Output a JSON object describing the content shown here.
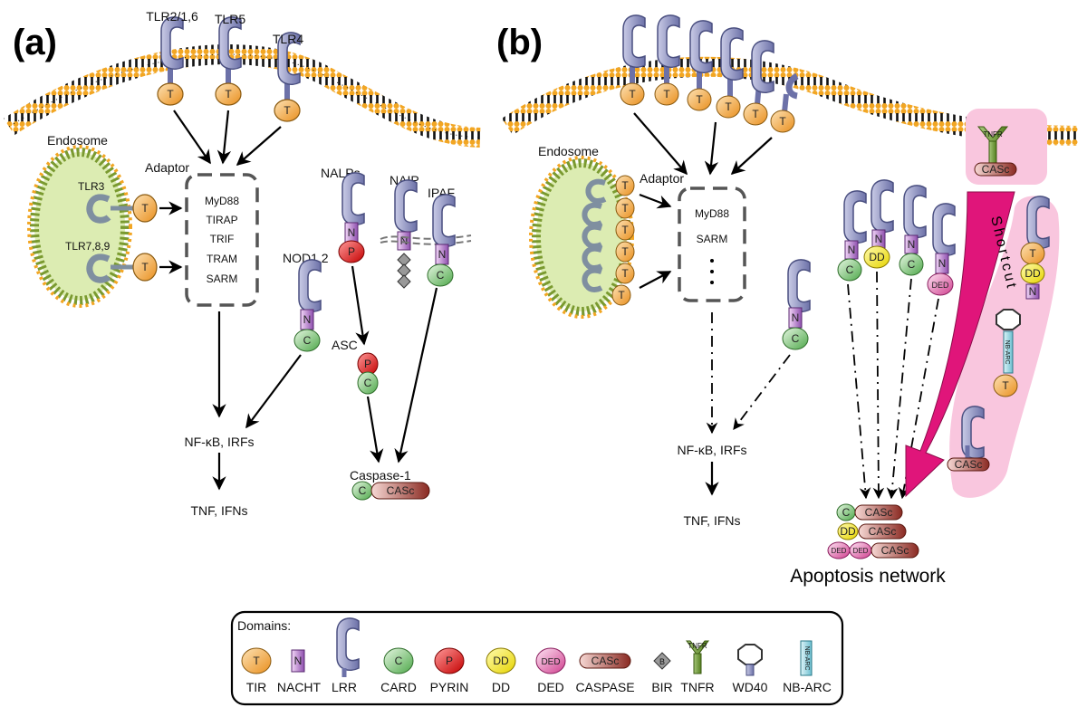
{
  "panels": {
    "a": "(a)",
    "b": "(b)"
  },
  "panel_a": {
    "receptors": [
      "TLR2/1,6",
      "TLR5",
      "TLR4"
    ],
    "endosome": "Endosome",
    "endo_receptors": [
      "TLR3",
      "TLR7,8,9"
    ],
    "adaptor": "Adaptor",
    "adaptor_list": [
      "MyD88",
      "TIRAP",
      "TRIF",
      "TRAM",
      "SARM"
    ],
    "nod": "NOD1,2",
    "nalps": "NALPs",
    "naip": "NAIP",
    "ipaf": "IPAF",
    "asc": "ASC",
    "nfkb": "NF-κB, IRFs",
    "tnf": "TNF, IFNs",
    "caspase1": "Caspase-1"
  },
  "panel_b": {
    "endosome": "Endosome",
    "adaptor": "Adaptor",
    "adaptor_list": [
      "MyD88",
      "SARM"
    ],
    "nfkb": "NF-κB, IRFs",
    "tnf": "TNF, IFNs",
    "shortcut": "Shortcut",
    "apoptosis": "Apoptosis network"
  },
  "domain_letters": {
    "tir": "T",
    "nacht": "N",
    "card": "C",
    "pyrin": "P",
    "dd": "DD",
    "ded": "DED",
    "caspase": "CASc",
    "bir": "B",
    "tnfr": "TNFR",
    "nbarc": "NB-ARC"
  },
  "legend": {
    "title": "Domains:",
    "items": [
      "TIR",
      "NACHT",
      "LRR",
      "CARD",
      "PYRIN",
      "DD",
      "DED",
      "CASPASE",
      "BIR",
      "TNFR",
      "WD40",
      "NB-ARC"
    ]
  },
  "colors": {
    "tir": "#f5a843",
    "nacht": "#b489c9",
    "lrr": "#8a8fbe",
    "card": "#8fcf8a",
    "pyrin": "#e01b1b",
    "dd": "#f2ea1c",
    "ded": "#e060b0",
    "caspase": "#a8473e",
    "tnfr": "#6e9a3c",
    "nbarc": "#8fd0dc",
    "shortcut": "#e0157a",
    "endosome": "#dcecb2"
  }
}
